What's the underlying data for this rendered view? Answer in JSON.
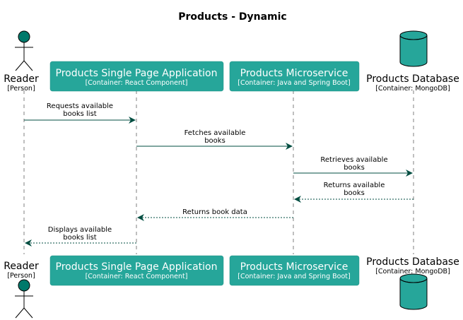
{
  "title": "Products - Dynamic",
  "colors": {
    "box_fill": "#26a69a",
    "person_head": "#00796b",
    "arrow": "#004d40",
    "lifeline": "#7f7f7f"
  },
  "participants": [
    {
      "id": "reader",
      "kind": "person",
      "name": "Reader",
      "sub": "[Person]"
    },
    {
      "id": "spa",
      "kind": "container",
      "name": "Products Single Page Application",
      "sub": "[Container: React Component]"
    },
    {
      "id": "ms",
      "kind": "container",
      "name": "Products Microservice",
      "sub": "[Container: Java and Spring Boot]"
    },
    {
      "id": "db",
      "kind": "database",
      "name": "Products Database",
      "sub": "[Container: MongoDB]"
    }
  ],
  "messages": [
    {
      "from": "reader",
      "to": "spa",
      "style": "solid",
      "line1": "Requests available",
      "line2": "books list"
    },
    {
      "from": "spa",
      "to": "ms",
      "style": "solid",
      "line1": "Fetches available",
      "line2": "books"
    },
    {
      "from": "ms",
      "to": "db",
      "style": "solid",
      "line1": "Retrieves available",
      "line2": "books"
    },
    {
      "from": "db",
      "to": "ms",
      "style": "dashed",
      "line1": "Returns available",
      "line2": "books"
    },
    {
      "from": "ms",
      "to": "spa",
      "style": "dashed",
      "line1": "Returns book data",
      "line2": ""
    },
    {
      "from": "spa",
      "to": "reader",
      "style": "dashed",
      "line1": "Displays available",
      "line2": "books list"
    }
  ]
}
